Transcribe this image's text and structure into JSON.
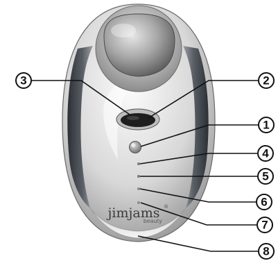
{
  "device": {
    "brand": "jimjams",
    "brand_mark": "®",
    "brand_sub": "beauty",
    "colors": {
      "body": "#d9d9d9",
      "side_panel": "#4a4e55",
      "head": "#9a9a9a",
      "button": "#2a2a2a"
    }
  },
  "callouts": [
    {
      "label": "1"
    },
    {
      "label": "2"
    },
    {
      "label": "3"
    },
    {
      "label": "4"
    },
    {
      "label": "5"
    },
    {
      "label": "6"
    },
    {
      "label": "7"
    },
    {
      "label": "8"
    }
  ]
}
